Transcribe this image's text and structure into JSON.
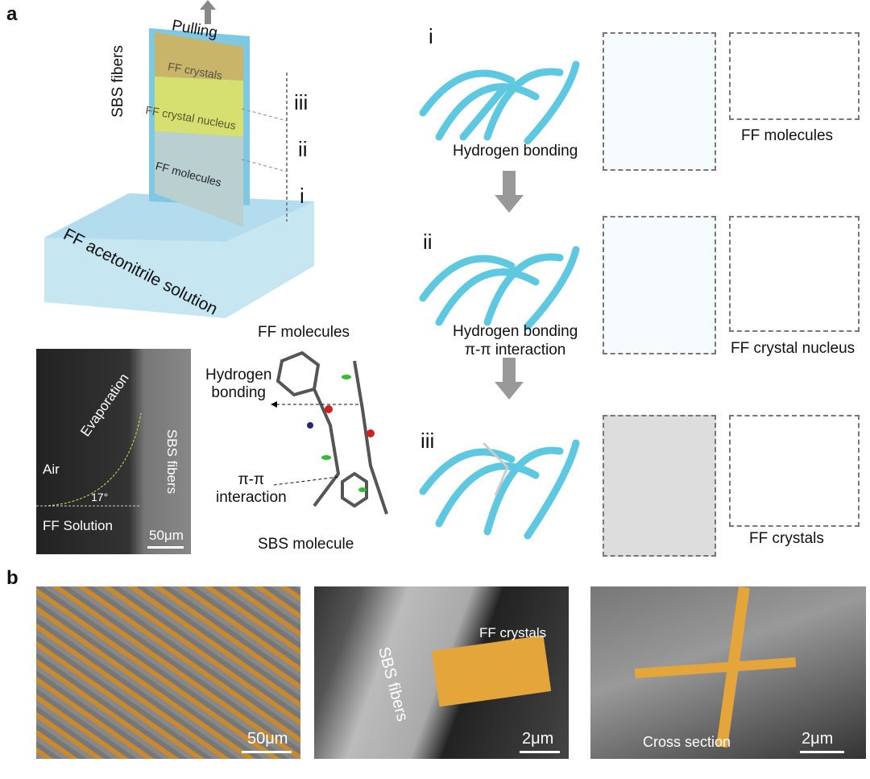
{
  "panels": {
    "a": "a",
    "b": "b"
  },
  "schematic": {
    "pulling": "Pulling",
    "sbs_fibers": "SBS fibers",
    "ff_crystals": "FF crystals",
    "ff_crystal_nucleus": "FF crystal nucleus",
    "ff_molecules": "FF molecules",
    "solution": "FF acetonitrile solution",
    "stages": [
      "iii",
      "ii",
      "i"
    ]
  },
  "sem_inset": {
    "evaporation": "Evaporation",
    "air": "Air",
    "angle": "17°",
    "ff_solution": "FF Solution",
    "sbs_fibers": "SBS fibers",
    "scale": "50μm"
  },
  "molecule": {
    "title": "FF molecules",
    "hbond": [
      "Hydrogen",
      "bonding"
    ],
    "pipi": [
      "π-π",
      "interaction"
    ],
    "bottom": "SBS molecule"
  },
  "rows": [
    {
      "roman": "i",
      "interaction": [
        "Hydrogen bonding"
      ],
      "result": "FF molecules"
    },
    {
      "roman": "ii",
      "interaction": [
        "Hydrogen bonding",
        "π-π interaction"
      ],
      "result": "FF crystal nucleus"
    },
    {
      "roman": "iii",
      "interaction": [],
      "result": "FF crystals"
    }
  ],
  "panel_b": [
    {
      "scale": "50μm"
    },
    {
      "label1": "SBS fibers",
      "label2": "FF crystals",
      "scale": "2μm"
    },
    {
      "label": "Cross section",
      "scale": "2μm"
    }
  ],
  "colors": {
    "fiber": "#5ec8e0",
    "crystal": "#e8a23a",
    "sem_gray": "#8a8a8a"
  }
}
